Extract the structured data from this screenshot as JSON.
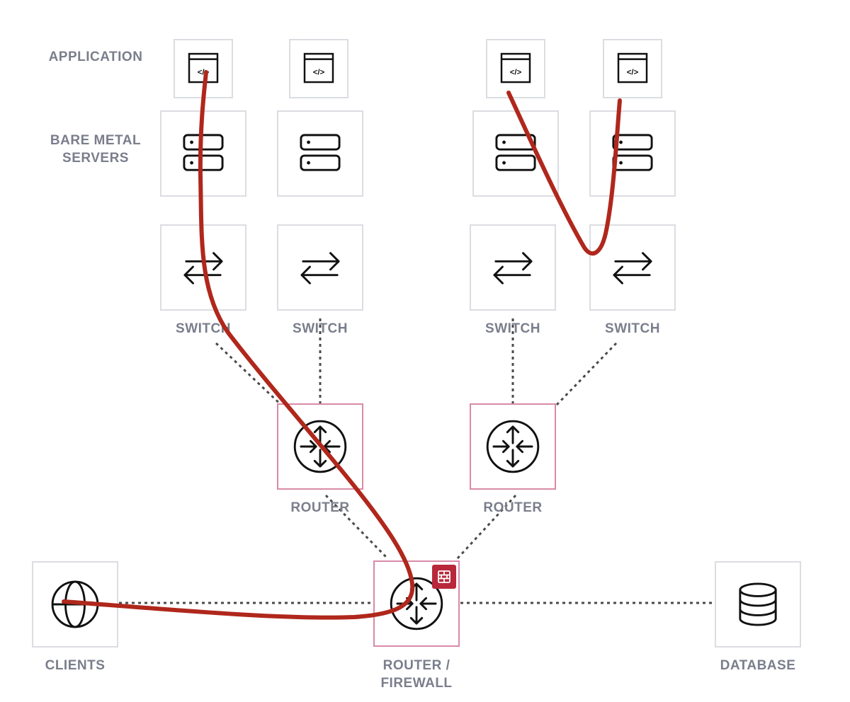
{
  "rows": {
    "application": "APPLICATION",
    "bare_metal": "BARE METAL\nSERVERS"
  },
  "switch_label": "SWITCH",
  "router_label": "ROUTER",
  "router_firewall_label": "ROUTER /\nFIREWALL",
  "clients_label": "CLIENTS",
  "database_label": "DATABASE",
  "app_icon_text": "</>",
  "colors": {
    "box_border": "#dcdde2",
    "router_border": "#d98aa8",
    "label": "#7a7e8c",
    "dotted_link": "#4a4a4a",
    "traffic_path": "#b0271c",
    "firewall_badge": "#b8283a"
  },
  "icons": [
    "code-window-icon",
    "server-icon",
    "switch-arrows-icon",
    "router-icon",
    "globe-icon",
    "database-icon",
    "firewall-icon"
  ]
}
